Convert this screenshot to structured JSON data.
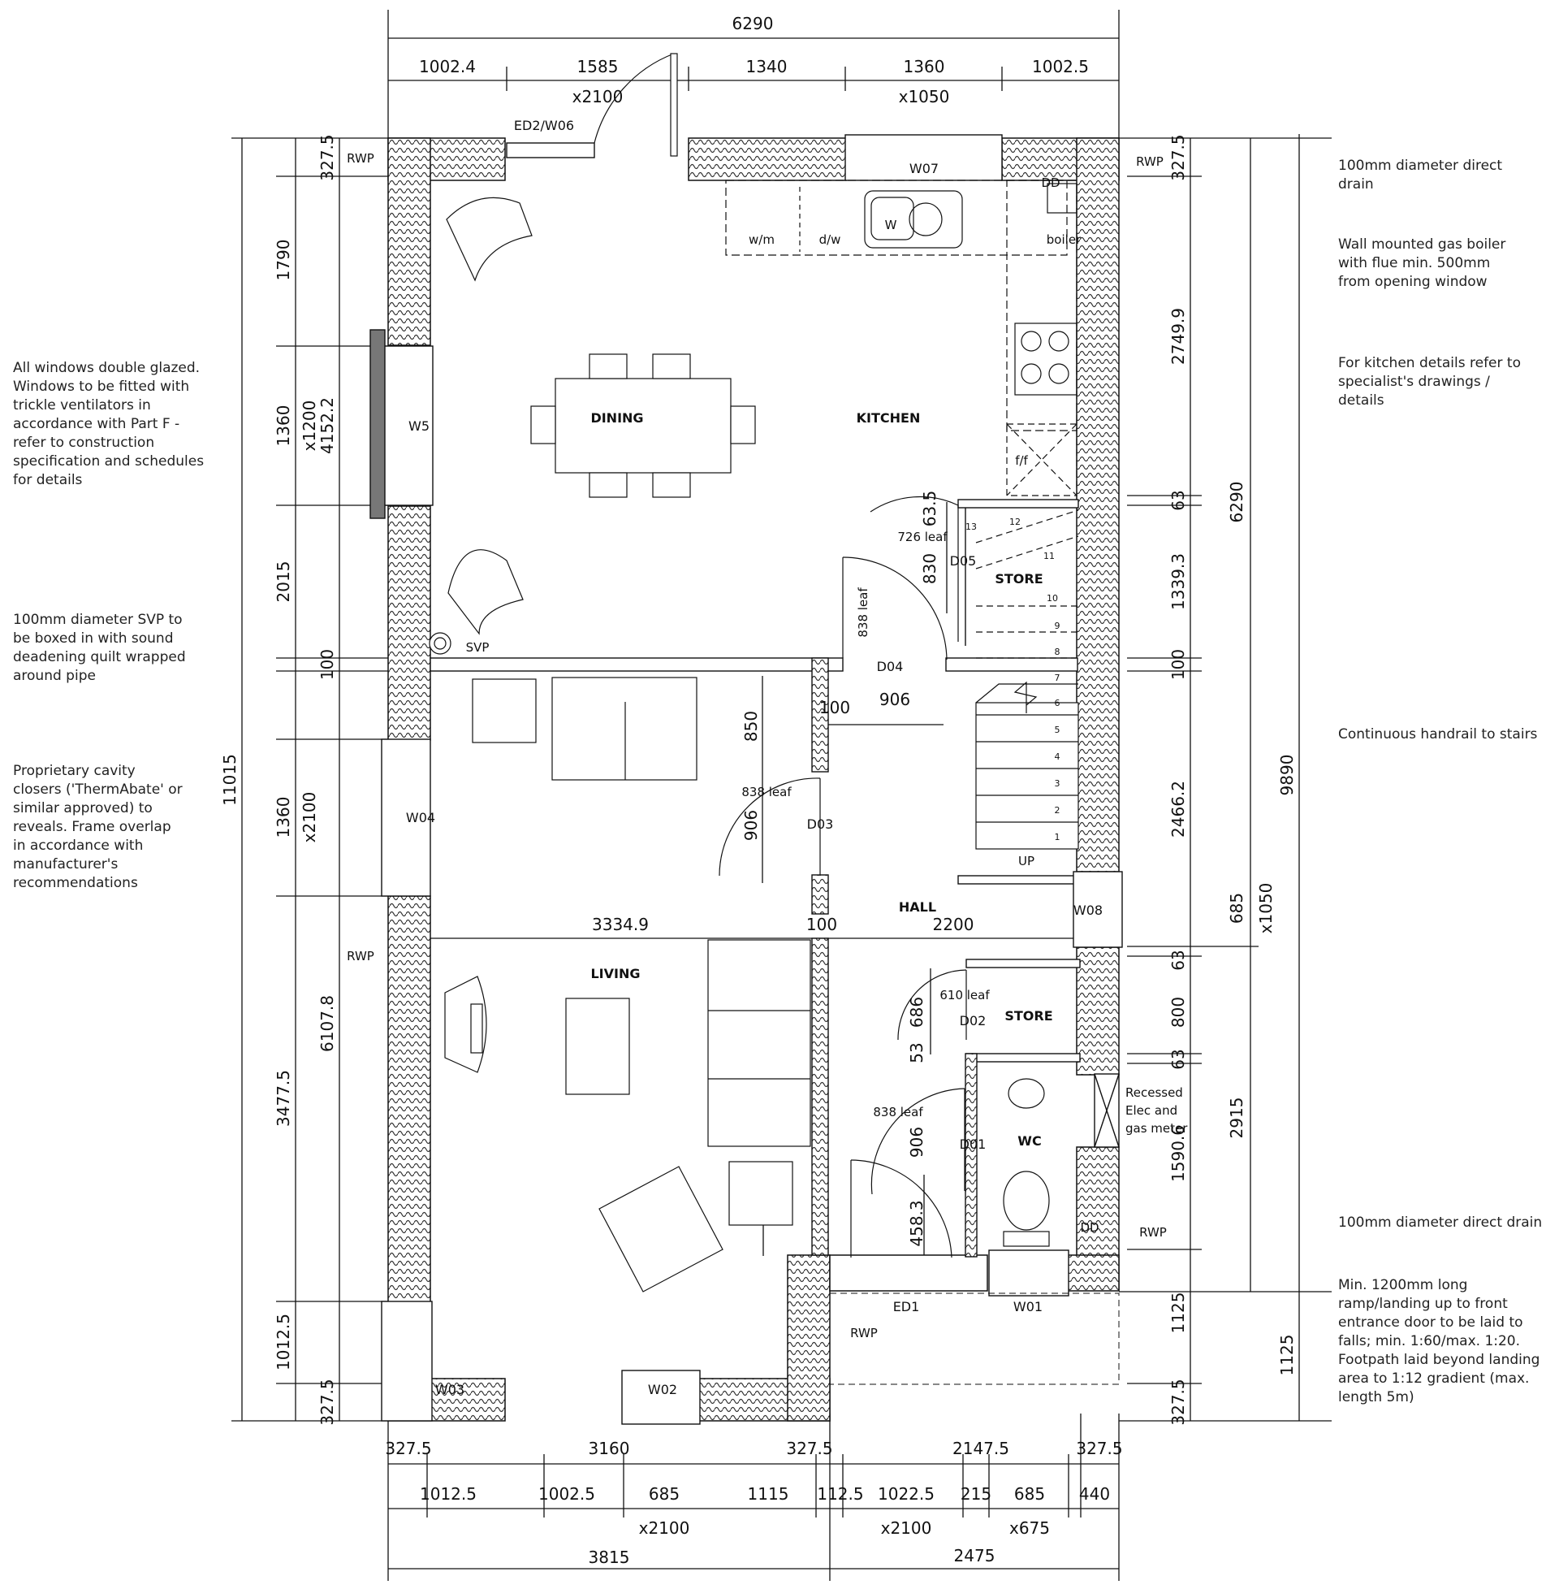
{
  "notes": {
    "left": [
      "All windows double glazed. Windows to be fitted with trickle ventilators in accordance with Part F - refer to construction specification and schedules for details",
      "100mm diameter SVP to be boxed in with sound deadening quilt wrapped around pipe",
      "Proprietary cavity closers ('ThermAbate' or similar approved) to reveals. Frame overlap in accordance with manufacturer's recommendations"
    ],
    "right": [
      "100mm diameter direct drain",
      "Wall mounted gas boiler with flue min. 500mm from opening window",
      "For kitchen details refer to specialist's drawings / details",
      "Continuous handrail to stairs",
      "100mm diameter direct drain",
      "Min. 1200mm long ramp/landing up to front entrance door to be laid to falls; min. 1:60/max. 1:20. Footpath laid beyond landing area to 1:12 gradient (max. length 5m)"
    ]
  },
  "rooms": {
    "dining": "DINING",
    "kitchen": "KITCHEN",
    "living": "LIVING",
    "hall": "HALL",
    "store": "STORE",
    "wc": "WC",
    "up": "UP"
  },
  "windows": {
    "ed2_w06": "ED2/W06",
    "w07": "W07",
    "w5": "W5",
    "w04": "W04",
    "w03": "W03",
    "w02": "W02",
    "w01": "W01",
    "w08": "W08",
    "ed1": "ED1"
  },
  "doors": {
    "d05": "D05",
    "d04": "D04",
    "d03": "D03",
    "d02": "D02",
    "d01": "D01"
  },
  "fixtures": {
    "wm": "w/m",
    "dw": "d/w",
    "w": "W",
    "boiler": "boiler",
    "ff": "f/f",
    "svp": "SVP",
    "dd": "DD",
    "rwp": "RWP",
    "meter_note": "Recessed Elec and gas meter"
  },
  "dims": {
    "top": {
      "overall": "6290",
      "s1": "1002.4",
      "s2": "1585",
      "s3": "1340",
      "s4": "1360",
      "s5": "1002.5",
      "h1": "x2100",
      "h2": "x1050"
    },
    "bottom": {
      "a1": "327.5",
      "a2": "3160",
      "a3": "327.5",
      "a4": "2147.5",
      "a5": "327.5",
      "b1": "1012.5",
      "b2": "1002.5",
      "b3": "685",
      "b4": "1115",
      "b5": "112.5",
      "b6": "1022.5",
      "b7": "215",
      "b8": "685",
      "b9": "440",
      "h1": "x2100",
      "h2": "x2100",
      "h3": "x675",
      "c1": "3815",
      "c2": "2475"
    },
    "left": {
      "overall": "11015",
      "a1": "327.5",
      "a2": "1790",
      "a3": "1360",
      "a4": "2015",
      "a5": "100",
      "a6": "1360",
      "a7": "3477.5",
      "a8": "1012.5",
      "a9": "327.5",
      "b1": "x1200",
      "b2": "4152.2",
      "b3": "x2100",
      "b4": "6107.8"
    },
    "right": {
      "overall": "9890",
      "a1": "327.5",
      "a2": "2749.9",
      "a3": "63",
      "a4": "1339.3",
      "a5": "100",
      "a6": "2466.2",
      "a7": "685",
      "a8": "63",
      "a9": "800",
      "a10": "63",
      "a11": "2915",
      "a12": "1590.6",
      "a13": "1125",
      "a14": "327.5",
      "b1": "6290",
      "b2": "x1050",
      "c1": "1125"
    },
    "internal": {
      "d05_leaf": "726 leaf",
      "d05_h": "63.5",
      "d05_w": "830",
      "d04_leaf": "838 leaf",
      "hall_100": "100",
      "hall_906": "906",
      "d03_850": "850",
      "d03_leaf": "838 leaf",
      "d03_906": "906",
      "liv_3334": "3334.9",
      "liv_100": "100",
      "hall_2200": "2200",
      "d02_leaf": "610 leaf",
      "d02_686": "686",
      "d02_53": "53",
      "d01_leaf": "838 leaf",
      "d01_906": "906",
      "d01_458": "458.3"
    }
  },
  "stair_numbers": [
    "1",
    "2",
    "3",
    "4",
    "5",
    "6",
    "7",
    "8",
    "9",
    "10",
    "11",
    "12",
    "13"
  ]
}
